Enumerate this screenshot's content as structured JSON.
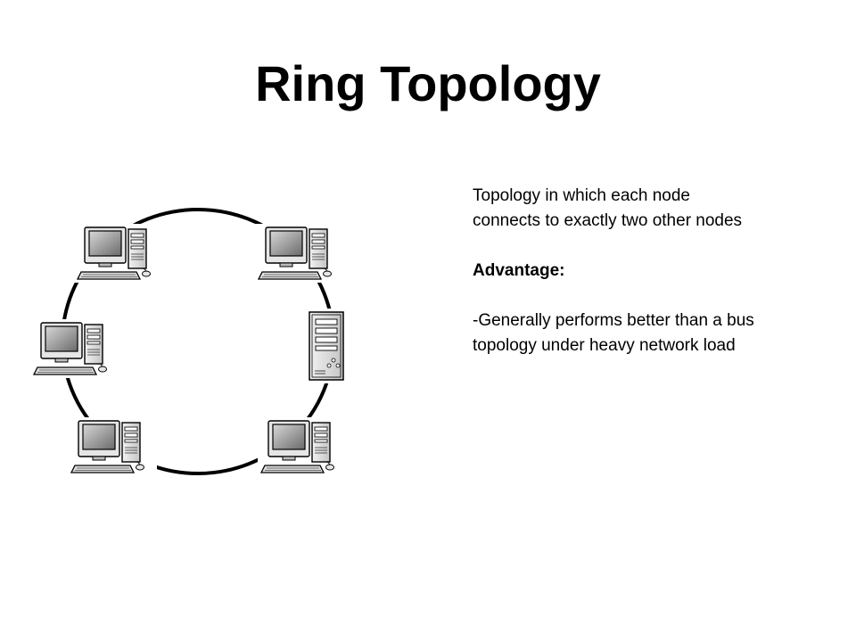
{
  "slide": {
    "title": "Ring Topology",
    "description_lines": [
      "Topology in which each node",
      "connects to exactly two other nodes"
    ],
    "advantage_heading": "Advantage:",
    "advantage_lines": [
      "-Generally performs better than a bus",
      "topology under heavy network load"
    ]
  },
  "diagram": {
    "ring": "ring-connection",
    "nodes": [
      {
        "type": "workstation",
        "icon": "desktop-computer-icon",
        "position": "top-left"
      },
      {
        "type": "workstation",
        "icon": "desktop-computer-icon",
        "position": "top-right"
      },
      {
        "type": "workstation",
        "icon": "desktop-computer-icon",
        "position": "middle-left"
      },
      {
        "type": "server",
        "icon": "server-tower-icon",
        "position": "middle-right"
      },
      {
        "type": "workstation",
        "icon": "desktop-computer-icon",
        "position": "bottom-left"
      },
      {
        "type": "workstation",
        "icon": "desktop-computer-icon",
        "position": "bottom-right"
      }
    ]
  }
}
